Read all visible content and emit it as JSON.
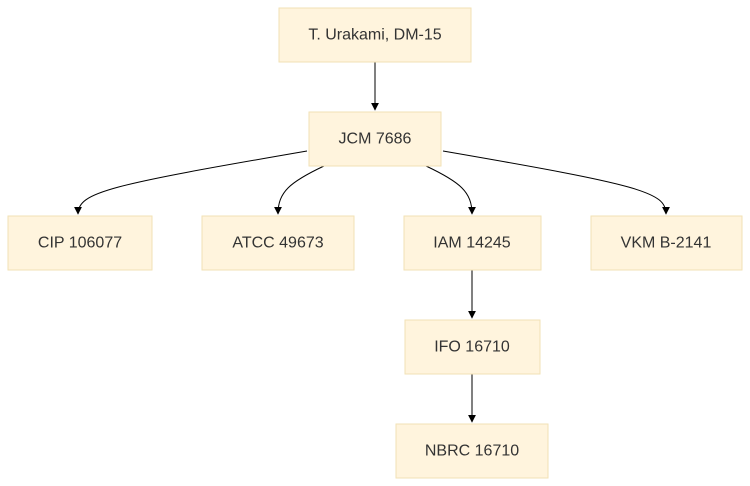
{
  "diagram": {
    "nodes": [
      {
        "id": "urakami",
        "label": "T. Urakami, DM-15"
      },
      {
        "id": "jcm",
        "label": "JCM 7686"
      },
      {
        "id": "cip",
        "label": "CIP 106077"
      },
      {
        "id": "atcc",
        "label": "ATCC 49673"
      },
      {
        "id": "iam",
        "label": "IAM 14245"
      },
      {
        "id": "vkm",
        "label": "VKM B-2141"
      },
      {
        "id": "ifo",
        "label": "IFO 16710"
      },
      {
        "id": "nbrc",
        "label": "NBRC 16710"
      }
    ],
    "edges": [
      {
        "from": "urakami",
        "to": "jcm"
      },
      {
        "from": "jcm",
        "to": "cip"
      },
      {
        "from": "jcm",
        "to": "atcc"
      },
      {
        "from": "jcm",
        "to": "iam"
      },
      {
        "from": "jcm",
        "to": "vkm"
      },
      {
        "from": "iam",
        "to": "ifo"
      },
      {
        "from": "ifo",
        "to": "nbrc"
      }
    ]
  }
}
